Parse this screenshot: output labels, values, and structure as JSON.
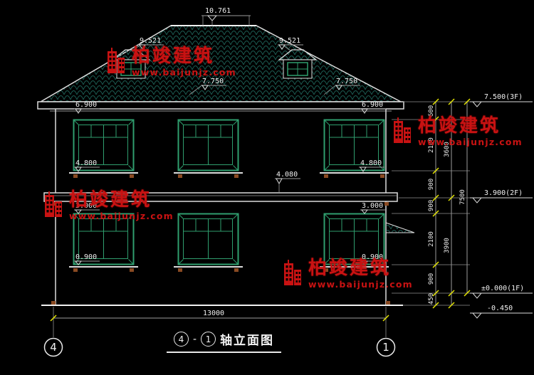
{
  "watermark": {
    "brand": "柏竣建筑",
    "url": "www.baijunjz.com",
    "color": "#c81212"
  },
  "icons": {
    "watermark_logo": "red-building-glyph"
  },
  "labels": {
    "ridge": "10.761",
    "dormer_left": "9.521",
    "dormer_right": "9.521",
    "roof_left": "7.750",
    "roof_right": "7.750",
    "f2_head_left": "6.900",
    "f2_head_right": "6.900",
    "f2_sill_left": "4.800",
    "f2_sill_right": "4.800",
    "canopy": "4.080",
    "f1_head_left": "3.000",
    "f1_head_right": "3.000",
    "f1_sill_left": "0.900",
    "f1_sill_right": "0.900"
  },
  "dim": {
    "overall_width": "13000",
    "right_inner": [
      "600",
      "2100",
      "900",
      "900",
      "2100",
      "900",
      "450"
    ],
    "right_mid": [
      "3600",
      "3900"
    ],
    "right_total": "7500"
  },
  "level_flags": {
    "f3": "7.500(3F)",
    "f2": "3.900(2F)",
    "f1": "±0.000(1F)",
    "ground": "-0.450"
  },
  "axis": {
    "left": "4",
    "right": "1"
  },
  "title": {
    "axis_left": "4",
    "separator": "-",
    "axis_right": "1",
    "name": "轴立面图"
  },
  "colors": {
    "background": "#000000",
    "line": "#dcdcdc",
    "dim_line": "#9b9b9b",
    "tick": "#e6e600",
    "window": "#2f9e6e",
    "roof_tile": "#1b5a50",
    "wood": "#8a4a22",
    "watermark": "#c81212",
    "text": "#f0f0f0"
  }
}
